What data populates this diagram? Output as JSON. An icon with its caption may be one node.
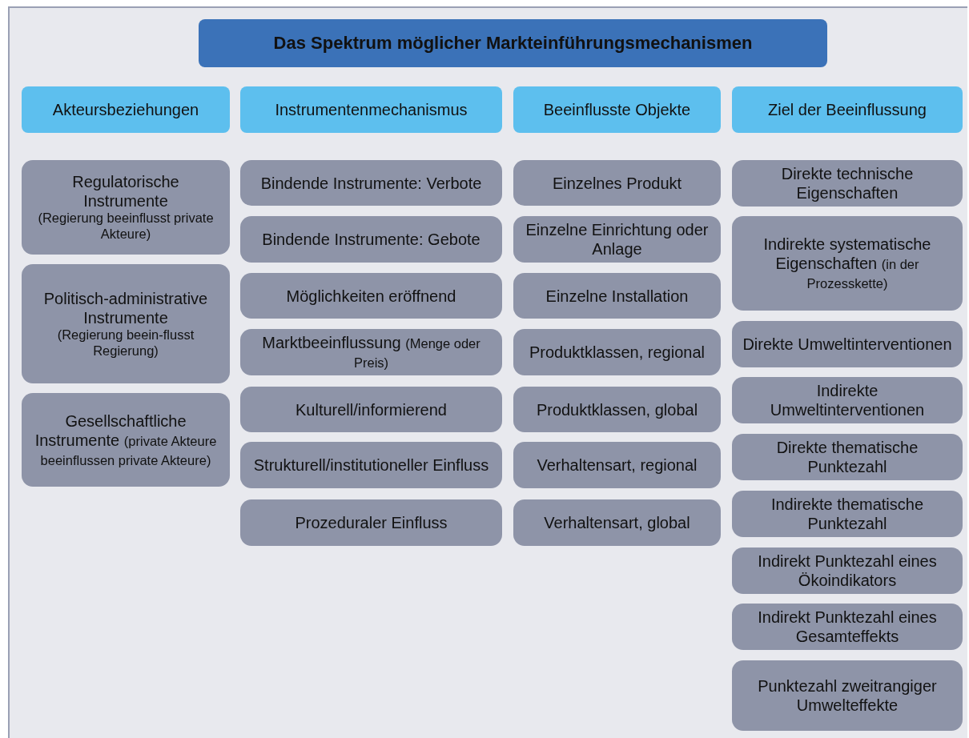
{
  "diagram": {
    "title": "Das Spektrum möglicher Markteinführungsmechanismen",
    "nodes": [
      {
        "text": [
          "Akteursbeziehungen"
        ]
      },
      {
        "text": [
          "Instrumentenmechanismus"
        ]
      },
      {
        "text": [
          "Beeinflusste Objekte"
        ]
      },
      {
        "text": [
          "Ziel der Beeinflussung"
        ]
      },
      {
        "text": [
          "Regulatorische Instrumente",
          "(Regierung beeinflusst private Akteure)"
        ]
      },
      {
        "text": [
          "Politisch-administrative Instrumente",
          "(Regierung beein-flusst Regierung)"
        ]
      },
      {
        "text": [
          "Gesellschaftliche Instrumente",
          "(private Akteure beeinflussen private Akteure)"
        ]
      },
      {
        "text": [
          "Bindende Instrumente: Verbote"
        ]
      },
      {
        "text": [
          "Bindende Instrumente: Gebote"
        ]
      },
      {
        "text": [
          "Möglichkeiten eröffnend"
        ]
      },
      {
        "text": [
          "Marktbeeinflussung",
          "(Menge oder Preis)"
        ]
      },
      {
        "text": [
          "Kulturell/informierend"
        ]
      },
      {
        "text": [
          "Strukturell/institutioneller Einfluss"
        ]
      },
      {
        "text": [
          "Prozeduraler Einfluss"
        ]
      },
      {
        "text": [
          "Einzelnes Produkt"
        ]
      },
      {
        "text": [
          "Einzelne Einrichtung oder Anlage"
        ]
      },
      {
        "text": [
          "Einzelne Installation"
        ]
      },
      {
        "text": [
          "Produktklassen, regional"
        ]
      },
      {
        "text": [
          "Produktklassen, global"
        ]
      },
      {
        "text": [
          "Verhaltensart, regional"
        ]
      },
      {
        "text": [
          "Verhaltensart, global"
        ]
      },
      {
        "text": [
          "Direkte technische Eigenschaften"
        ]
      },
      {
        "text": [
          "Indirekte systematische Eigenschaften",
          "(in der Prozesskette)"
        ]
      },
      {
        "text": [
          "Direkte Umweltinterventionen"
        ]
      },
      {
        "text": [
          "Indirekte Umweltinterventionen"
        ]
      },
      {
        "text": [
          "Direkte thematische Punktezahl"
        ]
      },
      {
        "text": [
          "Indirekte thematische Punktezahl"
        ]
      },
      {
        "text": [
          "Indirekt Punktezahl eines Ökoindikators"
        ]
      },
      {
        "text": [
          "Indirekt Punktezahl eines Gesamteffekts"
        ]
      },
      {
        "text": [
          "Punktezahl zweitrangiger Umwelteffekte"
        ]
      }
    ]
  }
}
